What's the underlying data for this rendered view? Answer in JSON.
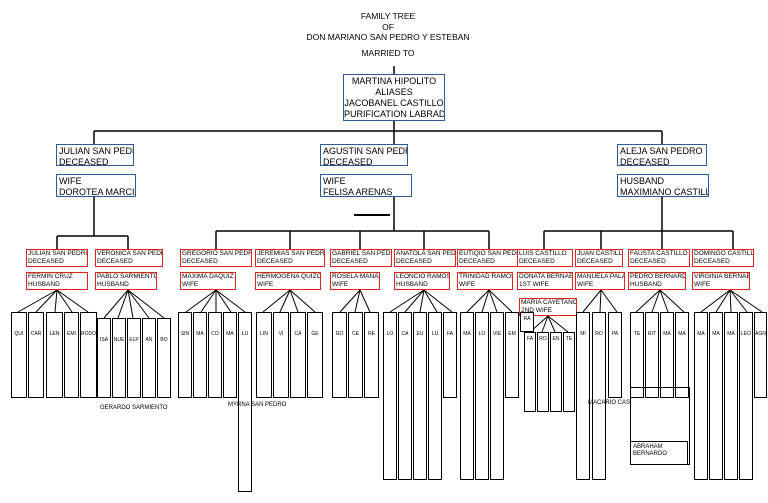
{
  "header": {
    "line1": "FAMILY TREE",
    "line2": "OF",
    "line3": "DON MARIANO SAN PEDRO Y ESTEBAN",
    "line4": "MARRIED TO"
  },
  "spouse": {
    "line1": "MARTINA HIPOLITO",
    "line2": "ALIASES",
    "line3": "JACOBANEL CASTILLO",
    "line4": "PURIFICATION LABRADOR"
  },
  "children": [
    {
      "name": "JULIAN SAN PEDRO",
      "status": "DECEASED",
      "spouse_role": "WIFE",
      "spouse_name": "DOROTEA MARCIAL"
    },
    {
      "name": "AGUSTIN SAN PEDRO",
      "status": "DECEASED",
      "spouse_role": "WIFE",
      "spouse_name": "FELISA ARENAS"
    },
    {
      "name": "ALEJA SAN PEDRO",
      "status": "DECEASED",
      "spouse_role": "HUSBAND",
      "spouse_name": "MAXIMIANO CASTILLO"
    }
  ],
  "grandchildren": [
    {
      "name": "JULIAN SAN PEDRO",
      "status": "DECEASED",
      "spouse": "FERMIN CRUZ",
      "role": "HUSBAND"
    },
    {
      "name": "VERONICA SAN PEDRO",
      "status": "DECEASED",
      "spouse": "PABLO SARMIENTO",
      "role": "HUSBAND"
    },
    {
      "name": "GREGORIO SAN PEDRO",
      "status": "DECEASED",
      "spouse": "MAXIMA DAQUIZ",
      "role": "WIFE"
    },
    {
      "name": "JEREMIAS SAN PEDRO",
      "status": "DECEASED",
      "spouse": "HERMOGENA QUIZON",
      "role": "WIFE"
    },
    {
      "name": "GABRIEL SAN PEDRO",
      "status": "DECEASED",
      "spouse": "ROSELA MANALILI",
      "role": "WIFE"
    },
    {
      "name": "ANATOLA SAN PEDRO",
      "status": "DECEASED",
      "spouse": "LEONCIO RAMOS",
      "role": "HUSBAND"
    },
    {
      "name": "EUTIQIO SAN PEDRO",
      "status": "DECEASED",
      "spouse": "TRINIDAD RAMOS",
      "role": "WIFE"
    },
    {
      "name": "LUIS CASTILLO",
      "status": "DECEASED",
      "spouse": "DONATA BERNABE",
      "role": "1ST WIFE"
    },
    {
      "name": "JUAN CASTILLO",
      "status": "DECEASED",
      "spouse": "MANUELA PALAD",
      "role": "WIFE"
    },
    {
      "name": "FAUSTA CASTILLO",
      "status": "DECEASED",
      "spouse": "PEDRO BERNARDO",
      "role": "HUSBAND"
    },
    {
      "name": "DOMINGO CASTILLO",
      "status": "DECEASED",
      "spouse": "VIRGINIA BERNABE",
      "role": "WIFE"
    }
  ],
  "second_wife": {
    "name": "MARIA CAYETANO",
    "role": "2ND WIFE"
  },
  "great_grandchildren": [
    "QUI",
    "CAR",
    "LEN",
    "EMI",
    "RODOLFO",
    "ISA",
    "NUE",
    "ELP",
    "AN",
    "BO",
    "SIN",
    "MA",
    "CO",
    "MA",
    "LU",
    "MYRNA SAN PEDRO",
    "LIN",
    "VI",
    "CA",
    "GE",
    "GO",
    "CE",
    "RE",
    "LO",
    "CA",
    "EU",
    "LU",
    "FA",
    "MA",
    "LO",
    "VIE",
    "EM",
    "RA",
    "FA",
    "RO",
    "EN",
    "TE",
    "MI",
    "RO",
    "PA",
    "TE",
    "RIT",
    "MA",
    "MA",
    "MA",
    "MA",
    "MA",
    "LEO",
    "AGNES"
  ],
  "extra_labels": {
    "gerardo": "GERARDO SARMIENTO",
    "myrna": "MYRNA SAN PEDRO",
    "macario": "MACARIO CAS",
    "abraham_1": "ABRAHAM",
    "abraham_2": "BERNARDO"
  },
  "colors": {
    "blue_border": "#2b5a9a",
    "red_border": "#e32222",
    "line": "#000000"
  }
}
